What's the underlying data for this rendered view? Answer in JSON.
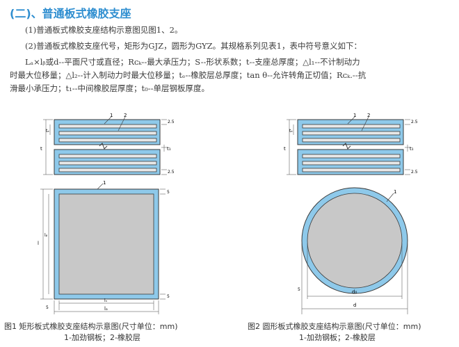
{
  "heading": "(二)、普通板式橡胶支座",
  "paragraphs": {
    "p1": "(1)普通板式橡胶支座结构示意图见图1、2。",
    "p2": "(2)普通板式橡胶支座代号，矩形为GJZ，圆形为GYZ。其规格系列见表1，表中符号意义如下：",
    "p3": "Lₐ×lᵦ或d--平面尺寸或直径；Rᴄₖ--最大承压力；S--形状系数；t--支座总厚度；△l₁--不计制动力",
    "p4": "时最大位移量；△l₂--计入制动力时最大位移量；tₑ--橡胶层总厚度；tan θ--允许转角正切值；Rᴄₖ.--抗",
    "p5": "滑最小承压力；t₁--中间橡胶层厚度；t₀--单层钢板厚度。"
  },
  "figure1": {
    "callout_1": "1",
    "callout_2": "2",
    "dim_top": "2.5",
    "dim_bottom": "2.5",
    "dim_t1": "t₁",
    "dim_t": "t",
    "dim_te": "tₑ",
    "plan_callout": "1",
    "dim_5_top": "5",
    "dim_5_bottom": "5",
    "dim_5_left": "5",
    "dim_la": "lₐ",
    "dim_lb": "lₙ",
    "dim_left_l": "l",
    "dim_left_lb": "lᵦ"
  },
  "figure2": {
    "callout_1": "1",
    "callout_2": "2",
    "dim_top": "2.5",
    "dim_bottom": "2.5",
    "dim_t1": "t₁",
    "dim_t": "t",
    "dim_te": "tₑ",
    "plan_callout": "1",
    "dim_5": "5",
    "dim_d0": "d₀",
    "dim_d": "d"
  },
  "captions": {
    "fig1_line1": "图1    矩形板式橡胶支座结构示意图(尺寸单位：mm)",
    "fig1_line2": "1-加劲钢板；2-橡胶层",
    "fig2_line1": "图2    圆形板式橡胶支座结构示意图(尺寸单位：mm)",
    "fig2_line2": "1-加劲钢板；2-橡胶层"
  },
  "colors": {
    "heading": "#2e8ed0",
    "rubber": "#8ec9ea",
    "steel": "#c8c8c8",
    "outline": "#3a3a3a"
  }
}
